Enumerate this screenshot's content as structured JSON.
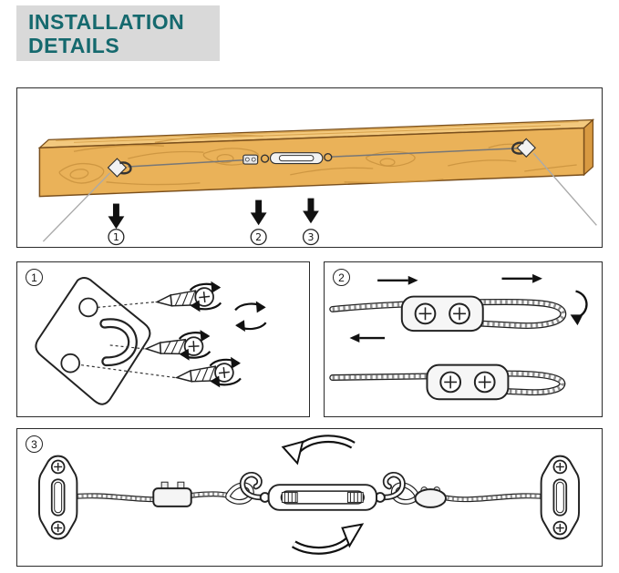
{
  "header": {
    "title_line1": "INSTALLATION",
    "title_line2": "DETAILS"
  },
  "colors": {
    "title_teal": "#15696e",
    "header_bg": "#d9d9d9",
    "wood_face": "#eab259",
    "wood_top": "#f3c97e",
    "wood_grain": "#c9923e",
    "outline": "#222222"
  },
  "steps": [
    {
      "label": "1"
    },
    {
      "label": "2"
    },
    {
      "label": "3"
    }
  ]
}
